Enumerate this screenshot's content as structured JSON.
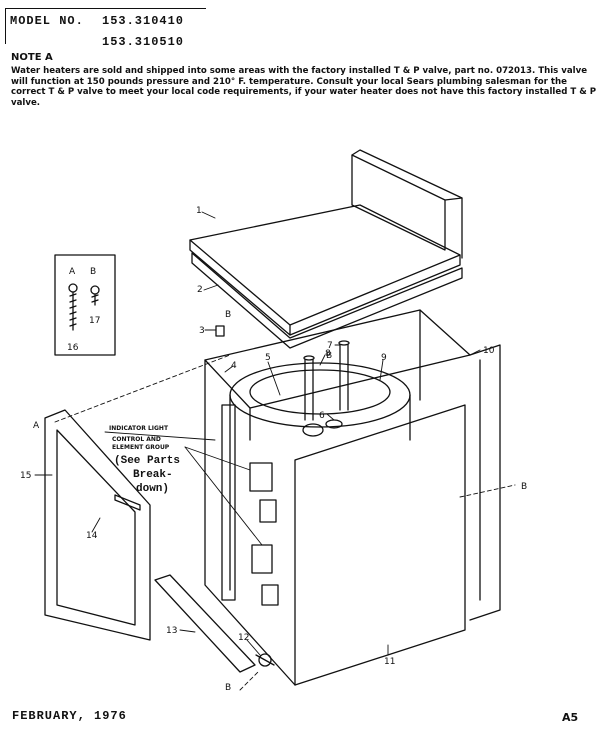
{
  "header": {
    "model_label": "MODEL NO.",
    "model_numbers": [
      "153.310410",
      "153.310510"
    ]
  },
  "note": {
    "heading": "NOTE A",
    "body": "Water heaters are sold and shipped into some areas with the factory installed T & P valve, part no. 072013. This valve will function at 150 pounds pressure and 210° F. temperature. Consult your local Sears plumbing salesman for the correct T & P valve to meet your local code requirements, if your water heater does not have this factory installed T & P valve."
  },
  "diagram": {
    "part_numbers": [
      "1",
      "2",
      "3",
      "4",
      "5",
      "6",
      "7",
      "8",
      "9",
      "10",
      "11",
      "12",
      "13",
      "14",
      "15",
      "16",
      "17"
    ],
    "reference_letters": {
      "a_inset": "A",
      "b_inset": "B",
      "b_top": "B",
      "b_near_8": "B",
      "a_left": "A",
      "b_right": "B",
      "b_bottom": "B"
    },
    "indicator_label_1": "INDICATOR LIGHT",
    "indicator_label_2": "CONTROL AND",
    "indicator_label_3": "ELEMENT GROUP",
    "see_parts_1": "(See Parts",
    "see_parts_2": "Break-",
    "see_parts_3": "down)"
  },
  "footer": {
    "date": "FEBRUARY, 1976",
    "page": "A5"
  }
}
